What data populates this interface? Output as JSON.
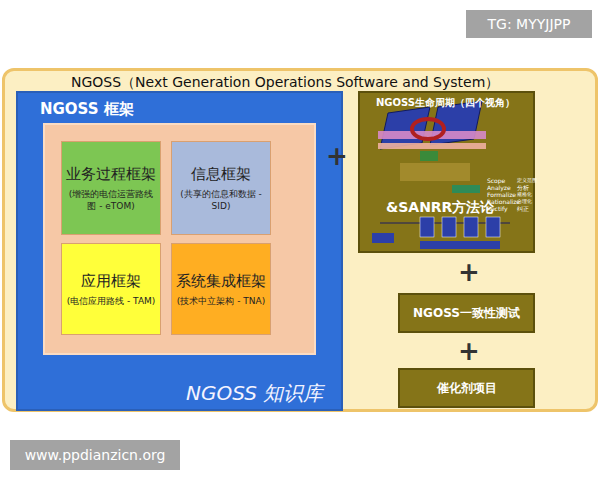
{
  "diagram": {
    "nodes": [
      {
        "text": [
          "TG: MYYJJPP"
        ]
      },
      {
        "text": [
          "NGOSS（Next Generation Operations Software  and System）"
        ]
      },
      {
        "text": [
          "NGOSS 框架",
          "NGOSS 知识库"
        ],
        "in": 1
      },
      {
        "text": [
          "业务过程框架",
          "(增强的电信运营路线图 - eTOM)"
        ],
        "in": 2
      },
      {
        "text": [
          "信息框架",
          "(共享的信息和数据 - SID)"
        ],
        "in": 2
      },
      {
        "text": [
          "应用框架",
          "(电信应用路线 - TAM)"
        ],
        "in": 2
      },
      {
        "text": [
          "系统集成框架",
          "(技术中立架构 - TNA)"
        ],
        "in": 2
      },
      {
        "text": [
          "NGOSS生命周期（四个视角）",
          "&SANRR方法论"
        ],
        "in": 1
      },
      {
        "text": [
          "NGOSS一致性测试"
        ],
        "in": 1
      },
      {
        "text": [
          "催化剂项目"
        ],
        "in": 1
      },
      {
        "text": [
          "www.ppdianzicn.org"
        ]
      }
    ],
    "labels": [
      "+",
      "+",
      "+",
      "Scope",
      "定义范围",
      "Analyze",
      "分析",
      "Formalize",
      "规格化",
      "Rationalize",
      "合理化",
      "Rectify",
      "纠正"
    ]
  }
}
